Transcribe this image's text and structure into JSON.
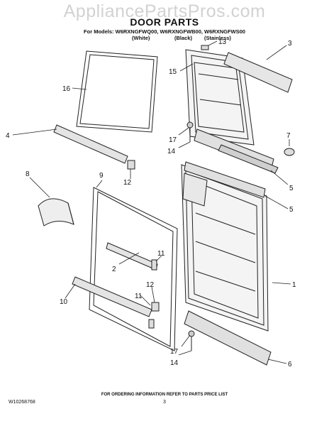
{
  "watermark": "AppliancePartsPros.com",
  "title": "DOOR PARTS",
  "models_line": "For Models: W6RXNGFWQ00, W6RXNGFWB00, W6RXNGFWS00",
  "colors": [
    "(White)",
    "(Black)",
    "(Stainless)"
  ],
  "callouts": [
    "1",
    "2",
    "3",
    "4",
    "5",
    "5",
    "6",
    "7",
    "8",
    "9",
    "10",
    "11",
    "11",
    "12",
    "12",
    "13",
    "14",
    "14",
    "15",
    "16",
    "17",
    "17"
  ],
  "footer_note": "FOR ORDERING INFORMATION REFER TO PARTS PRICE LIST",
  "doc_id": "W10268768",
  "page_number": "3"
}
